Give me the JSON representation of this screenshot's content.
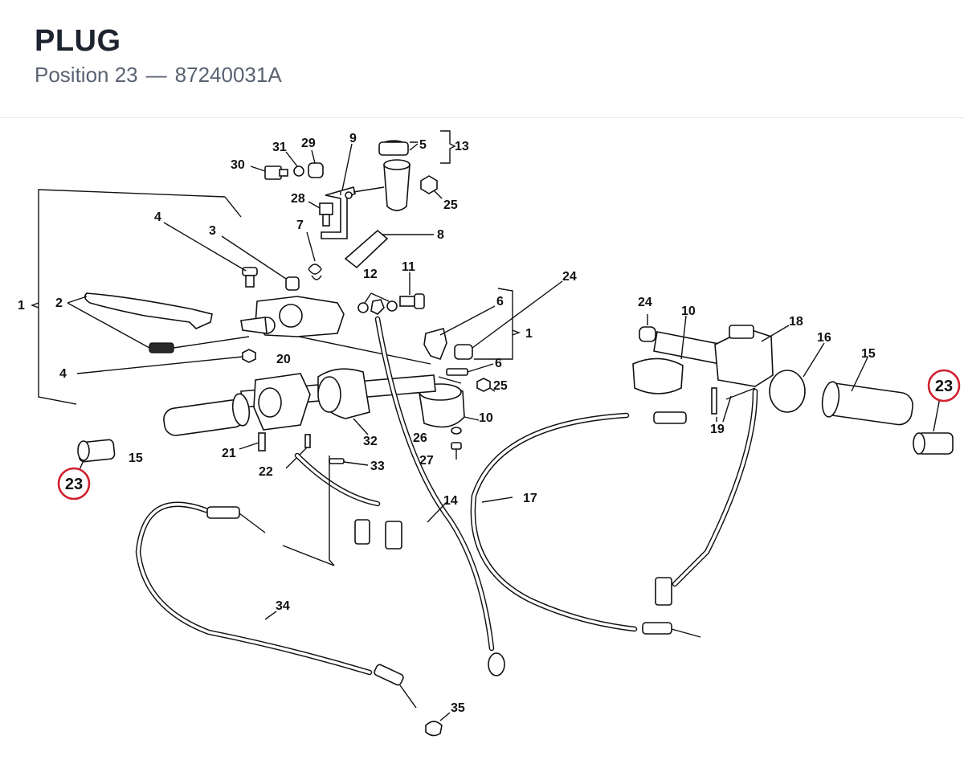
{
  "header": {
    "title": "PLUG",
    "position_label": "Position 23",
    "separator": "—",
    "part_number": "87240031A"
  },
  "diagram": {
    "labels": {
      "l1a": "1",
      "l1b": "1",
      "l2": "2",
      "l3": "3",
      "l4a": "4",
      "l4b": "4",
      "l5": "5",
      "l6a": "6",
      "l6b": "6",
      "l7": "7",
      "l8": "8",
      "l9": "9",
      "l10a": "10",
      "l10b": "10",
      "l11": "11",
      "l12": "12",
      "l13": "13",
      "l14": "14",
      "l15a": "15",
      "l15b": "15",
      "l16": "16",
      "l17": "17",
      "l18": "18",
      "l19": "19",
      "l20": "20",
      "l21": "21",
      "l22": "22",
      "l24a": "24",
      "l24b": "24",
      "l25a": "25",
      "l25b": "25",
      "l26": "26",
      "l27": "27",
      "l28": "28",
      "l29": "29",
      "l30": "30",
      "l31": "31",
      "l32": "32",
      "l33": "33",
      "l34": "34",
      "l35": "35"
    },
    "highlighted": {
      "label": "23",
      "color": "#d0202e"
    }
  }
}
